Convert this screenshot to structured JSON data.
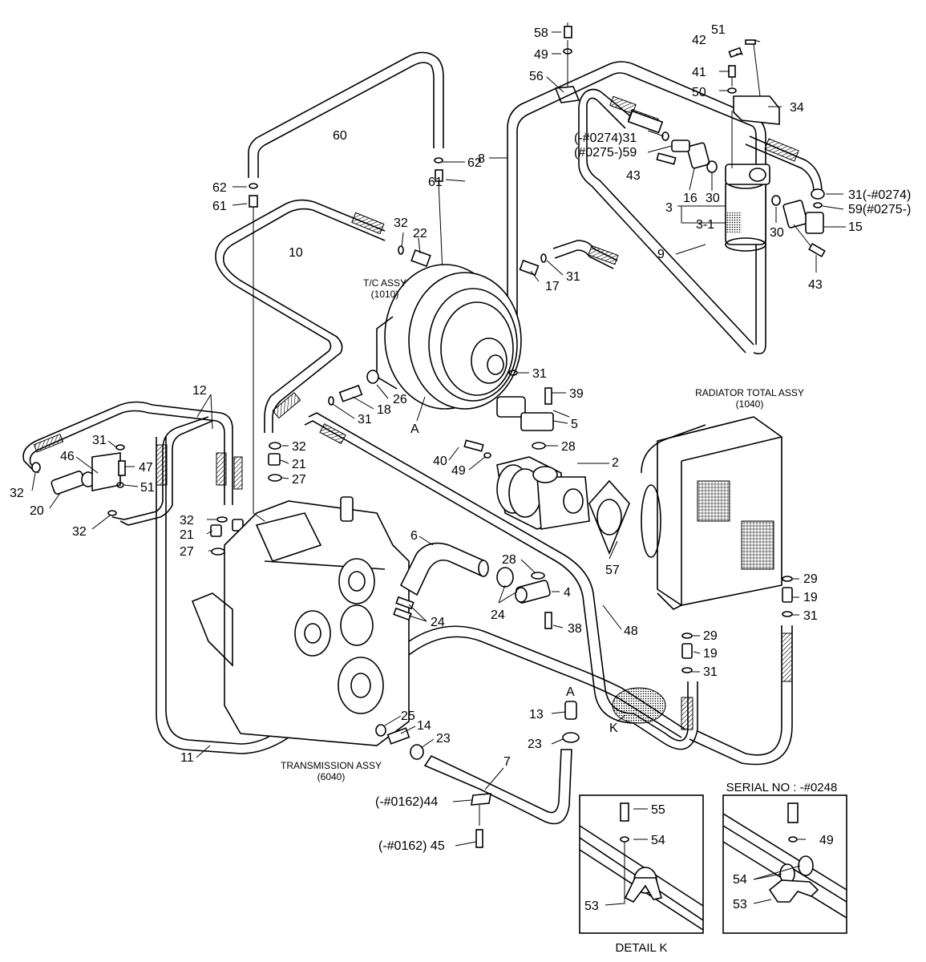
{
  "assemblies": {
    "tc_assy": "T/C ASSY",
    "tc_code": "(1010)",
    "radiator": "RADIATOR TOTAL ASSY",
    "radiator_code": "(1040)",
    "transmission": "TRANSMISSION ASSY",
    "transmission_code": "(6040)"
  },
  "callouts": {
    "c58": "58",
    "c49a": "49",
    "c56": "56",
    "c60": "60",
    "c62a": "62",
    "c61a": "61",
    "c62b": "62",
    "c61b": "61",
    "c8": "8",
    "c32a": "32",
    "c22": "22",
    "c10": "10",
    "c17": "17",
    "c31a": "31",
    "c51a": "51",
    "c42": "42",
    "c41": "41",
    "c50": "50",
    "c34": "34",
    "c31b": "(-#0274)31",
    "c59b": "(#0275-)59",
    "c43a": "43",
    "c16": "16",
    "c30a": "30",
    "c3": "3",
    "c31r": "31(-#0274)",
    "c59r": "59(#0275-)",
    "c3_1": "3-1",
    "c30b": "30",
    "c15": "15",
    "c9": "9",
    "c43b": "43",
    "c31c": "31",
    "c39": "39",
    "c5": "5",
    "c28a": "28",
    "c26": "26",
    "c18": "18",
    "c31d": "31",
    "cA1": "A",
    "c12": "12",
    "c31e": "31",
    "c46": "46",
    "c47": "47",
    "c32b": "32",
    "c20": "20",
    "c51b": "51",
    "c32c": "32",
    "c32d": "32",
    "c21a": "21",
    "c27a": "27",
    "c32e": "32",
    "c21b": "21",
    "c27b": "27",
    "c40": "40",
    "c49b": "49",
    "c2": "2",
    "c57": "57",
    "c6": "6",
    "c28b": "28",
    "c4": "4",
    "c24a": "24",
    "c24b": "24",
    "c38": "38",
    "c48": "48",
    "c29a": "29",
    "c19a": "19",
    "c31f": "31",
    "c29b": "29",
    "c19b": "19",
    "c31g": "31",
    "c25": "25",
    "c14": "14",
    "c23a": "23",
    "cA2": "A",
    "c13": "13",
    "c23b": "23",
    "c7": "7",
    "cK": "K",
    "c11": "11",
    "c44": "(-#0162)44",
    "c45": "(-#0162) 45",
    "c55": "55",
    "c54a": "54",
    "c53a": "53",
    "c49c": "49",
    "c54b": "54",
    "c53b": "53"
  },
  "detail_k": {
    "caption": "DETAIL K"
  },
  "serial_box": {
    "caption": "SERIAL NO : -#0248"
  }
}
